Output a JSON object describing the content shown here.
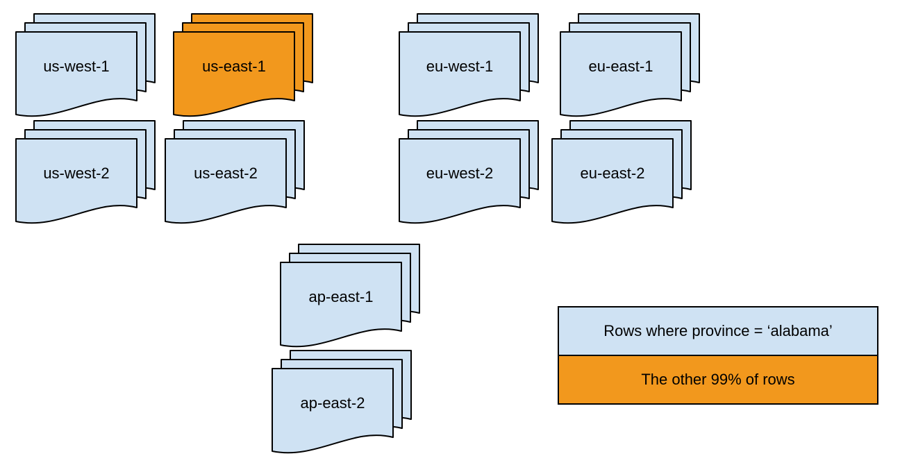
{
  "colors": {
    "page_fill": "#cfe2f3",
    "highlight_fill": "#f2981d",
    "outline": "#000000",
    "background": "#ffffff",
    "text": "#000000"
  },
  "regions": [
    {
      "label": "us-west-1",
      "variant": "blue"
    },
    {
      "label": "us-east-1",
      "variant": "orange"
    },
    {
      "label": "eu-west-1",
      "variant": "blue"
    },
    {
      "label": "eu-east-1",
      "variant": "blue"
    },
    {
      "label": "us-west-2",
      "variant": "blue"
    },
    {
      "label": "us-east-2",
      "variant": "blue"
    },
    {
      "label": "eu-west-2",
      "variant": "blue"
    },
    {
      "label": "eu-east-2",
      "variant": "blue"
    },
    {
      "label": "ap-east-1",
      "variant": "blue"
    },
    {
      "label": "ap-east-2",
      "variant": "blue"
    }
  ],
  "legend": {
    "items": [
      {
        "label": "Rows where province = ‘alabama’",
        "variant": "blue"
      },
      {
        "label": "The other 99% of rows",
        "variant": "orange"
      }
    ]
  }
}
